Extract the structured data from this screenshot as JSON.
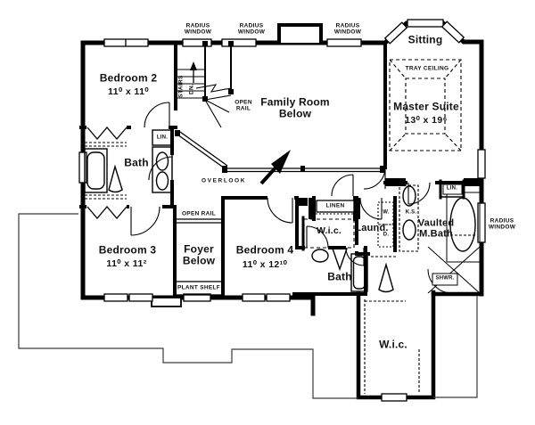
{
  "rooms": {
    "bedroom2": {
      "name": "Bedroom 2",
      "dims": "11⁰ x 11⁰"
    },
    "bedroom3": {
      "name": "Bedroom 3",
      "dims": "11⁰ x 11²"
    },
    "bedroom4": {
      "name": "Bedroom 4",
      "dims": "11⁰ x 12¹⁰"
    },
    "master_suite": {
      "name": "Master Suite",
      "dims": "13⁰ x 19⁶"
    },
    "sitting": {
      "name": "Sitting"
    },
    "family_room": {
      "name": "Family Room\nBelow"
    },
    "foyer": {
      "name": "Foyer\nBelow"
    },
    "master_bath": {
      "name": "Vaulted\nM.Bath"
    },
    "bath_hall": {
      "name": "Bath"
    },
    "bath_lower": {
      "name": "Bath"
    },
    "wic_hall": {
      "name": "W.i.c."
    },
    "wic_master": {
      "name": "W.i.c."
    },
    "laundry": {
      "name": "Laund."
    }
  },
  "labels": {
    "radius_window": "RADIUS\nWINDOW",
    "tray_ceiling": "TRAY CEILING",
    "open_rail_stacked": "OPEN\nRAIL",
    "open_rail_inline": "OPEN RAIL",
    "overlook": "OVERLOOK",
    "plant_shelf": "PLANT SHELF",
    "stairs": "STAIRS",
    "down": "DN.",
    "linen": "LINEN",
    "lin": "LIN.",
    "knee_space": "K.S.",
    "washer": "W.",
    "dryer": "D.",
    "shower": "SHWR."
  },
  "colors": {
    "wall": "#000000",
    "thin_line": "#3a3a3a",
    "paper": "#ffffff"
  }
}
